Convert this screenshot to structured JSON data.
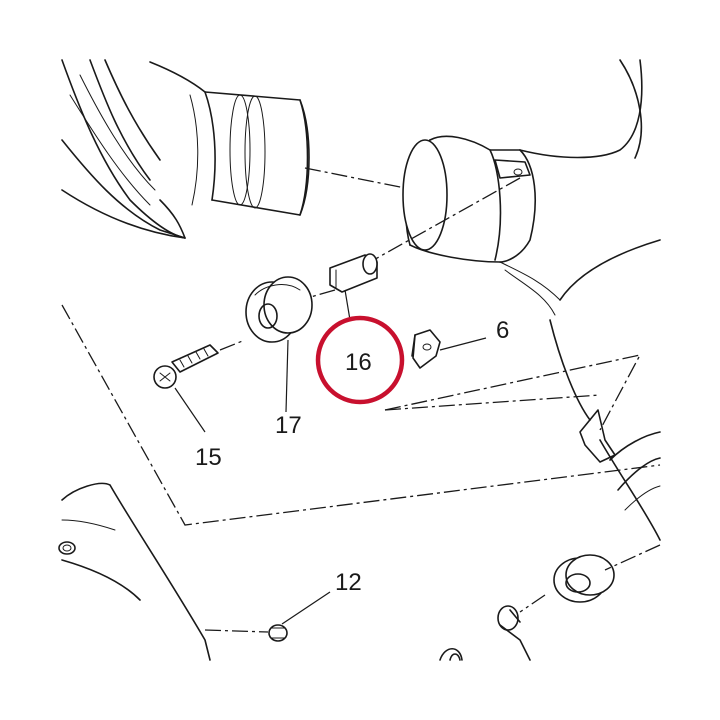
{
  "callouts": {
    "c6": "6",
    "c12": "12",
    "c15": "15",
    "c16": "16",
    "c17": "17"
  },
  "highlight": {
    "ring_color": "#c8102e",
    "target": "16"
  },
  "colors": {
    "linework": "#1a1a1a",
    "background": "#ffffff"
  }
}
